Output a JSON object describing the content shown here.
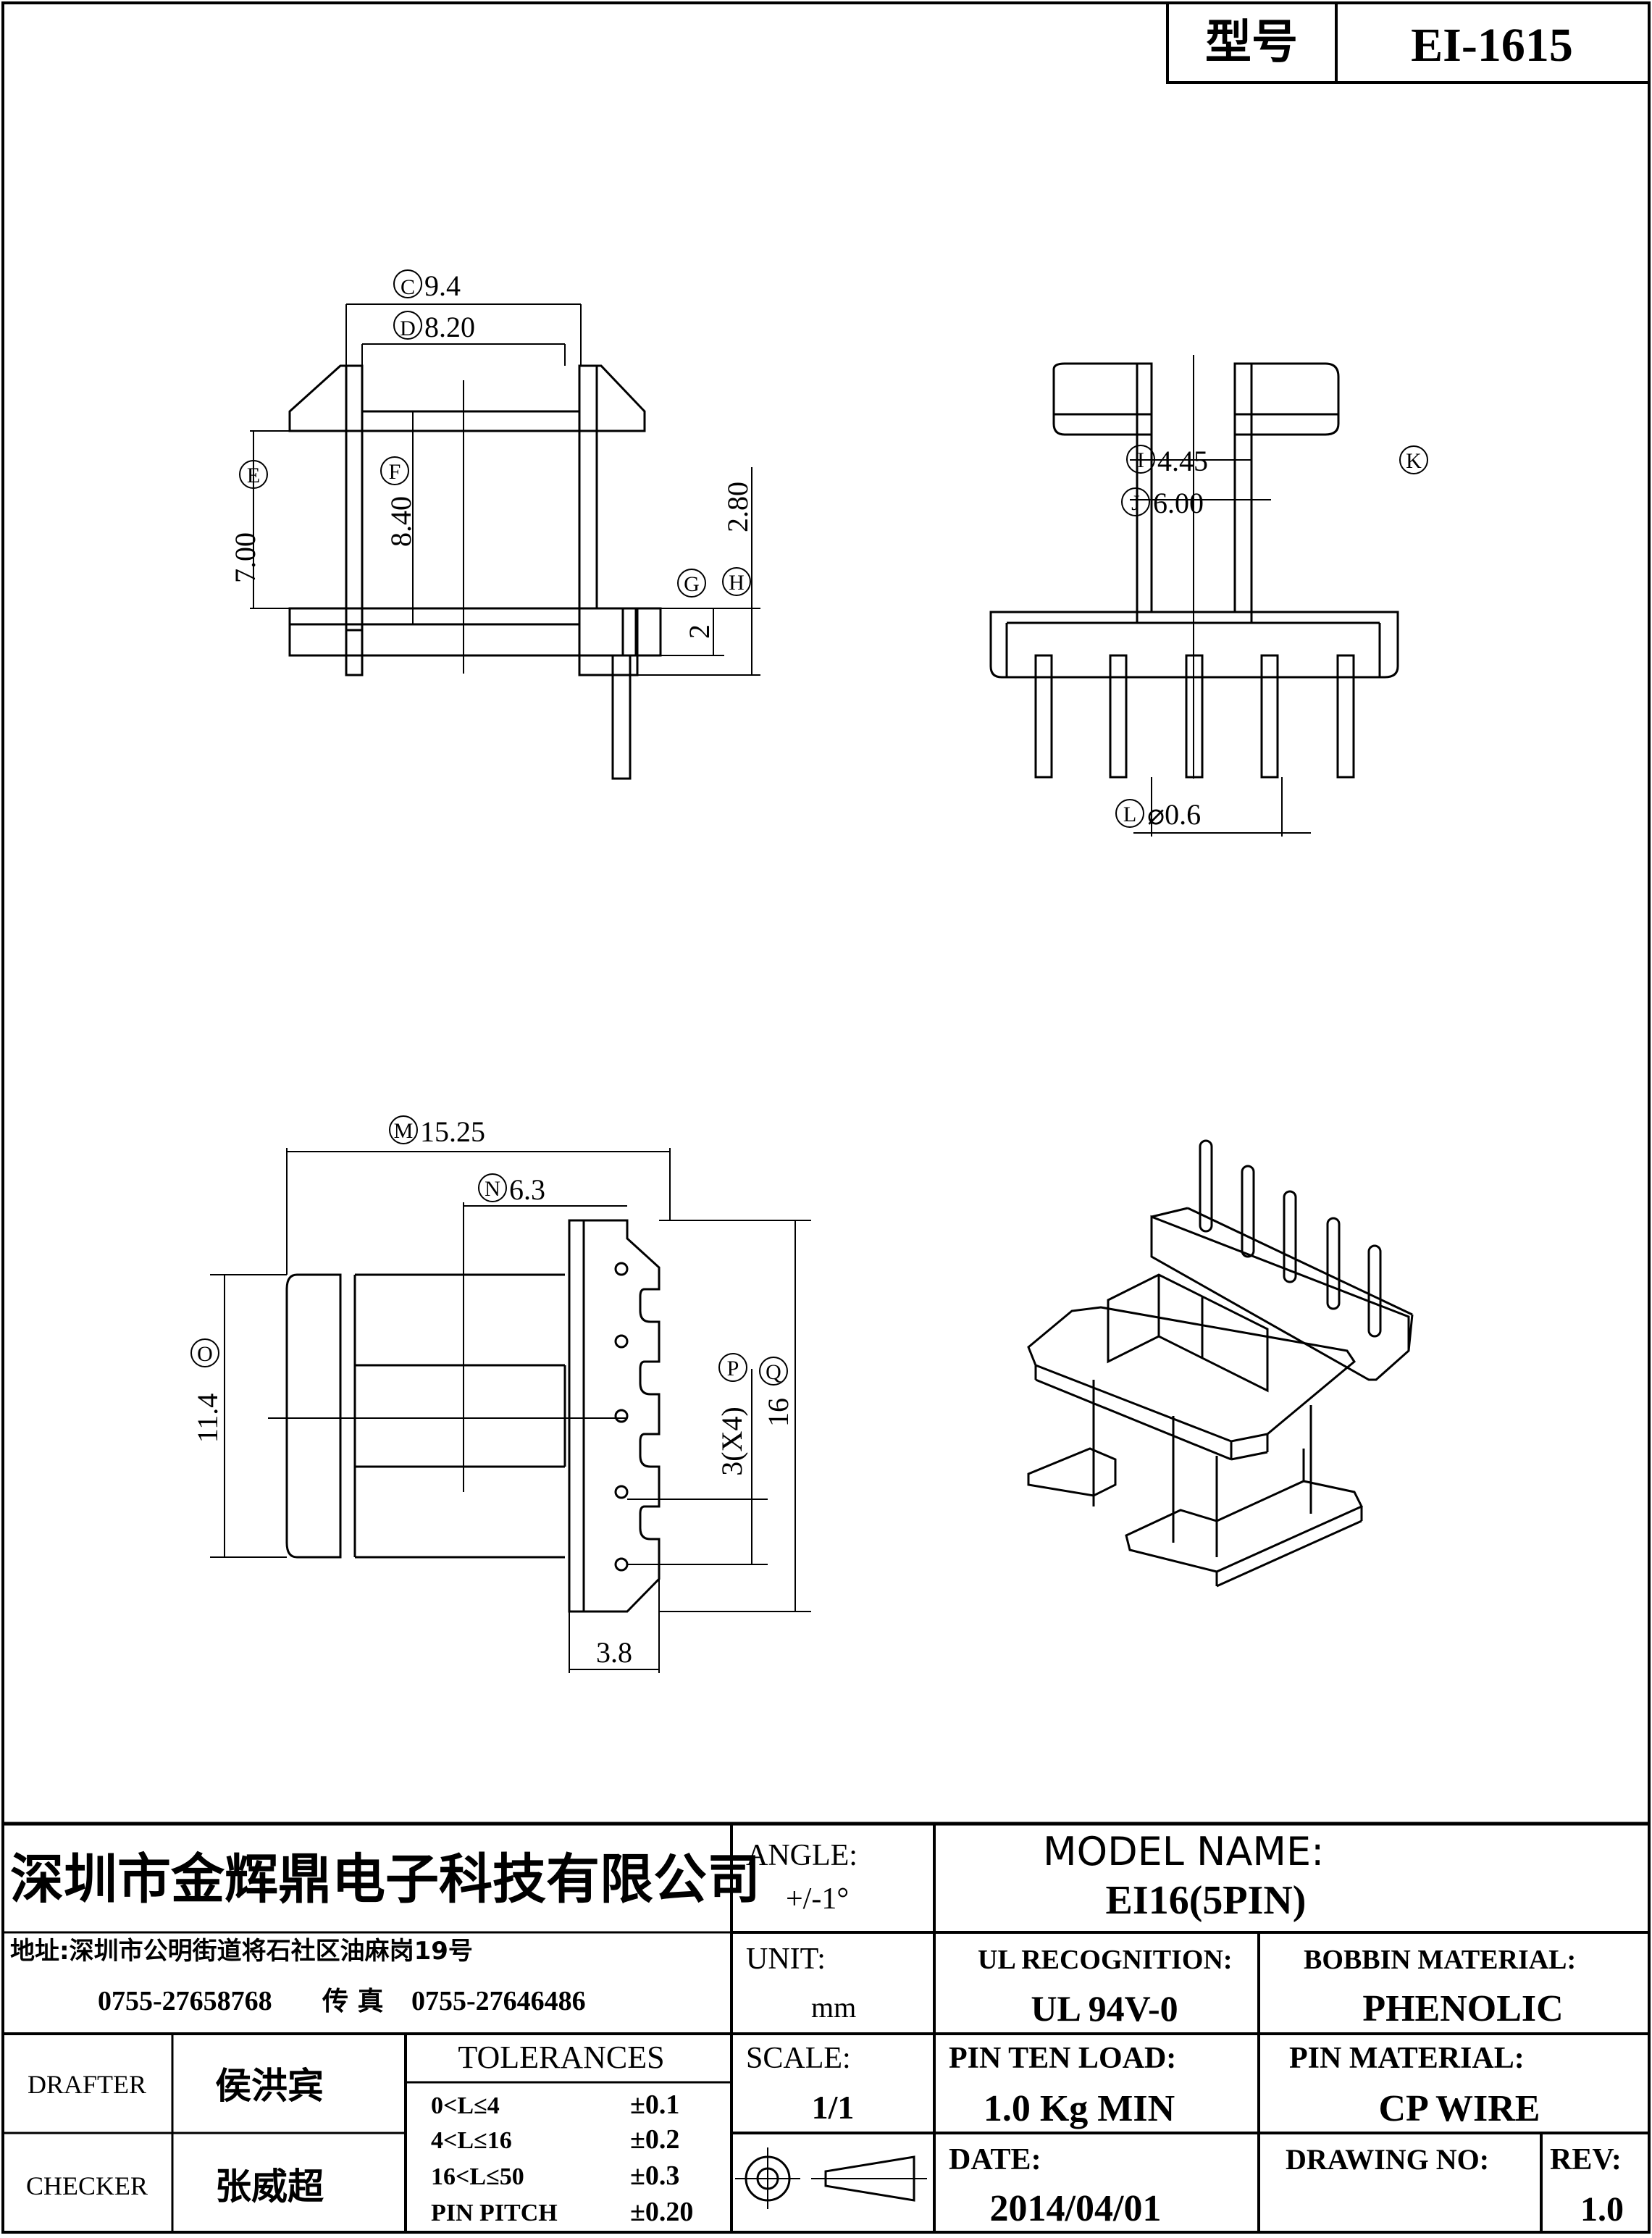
{
  "header": {
    "model_label": "型号",
    "model_value": "EI-1615"
  },
  "views": {
    "side": {
      "dim_c": "C",
      "dim_c_value": "9.4",
      "dim_d": "D",
      "dim_d_value": "8.20",
      "dim_e": "E",
      "dim_e_value": "7.00",
      "dim_f": "F",
      "dim_f_value": "8.40",
      "dim_g": "G",
      "dim_h": "H",
      "dim_h_value": "2.80",
      "dim_g_value": "2"
    },
    "front": {
      "dim_i": "I",
      "dim_i_value": "4.45",
      "dim_j": "J",
      "dim_j_value": "6.00",
      "dim_k": "K",
      "dim_l": "L",
      "dim_l_value": "⌀0.6"
    },
    "bottom": {
      "dim_m": "M",
      "dim_m_value": "15.25",
      "dim_n": "N",
      "dim_n_value": "6.3",
      "dim_o": "O",
      "dim_o_value": "11.4",
      "dim_p": "P",
      "dim_p_value": "3(X4)",
      "dim_q": "Q",
      "dim_q_value": "16",
      "dim_base_value": "3.8"
    }
  },
  "title_block": {
    "company": "深圳市金辉鼎电子科技有限公司",
    "address": "地址:深圳市公明街道将石社区油麻岗19号",
    "phone": "0755-27658768",
    "fax_label": "传 真",
    "fax": "0755-27646486",
    "angle_label": "ANGLE:",
    "angle_value": "+/-1°",
    "model_name_label": "MODEL NAME:",
    "model_name_value": "EI16(5PIN)",
    "unit_label": "UNIT:",
    "unit_value": "mm",
    "ul_label": "UL RECOGNITION:",
    "ul_value": "UL 94V-0",
    "bobbin_label": "BOBBIN MATERIAL:",
    "bobbin_value": "PHENOLIC",
    "drafter_label": "DRAFTER",
    "drafter_value": "侯洪宾",
    "checker_label": "CHECKER",
    "checker_value": "张威超",
    "tolerances_label": "TOLERANCES",
    "tolerances": [
      {
        "range": "0<L≤4",
        "value": "±0.1"
      },
      {
        "range": "4<L≤16",
        "value": "±0.2"
      },
      {
        "range": "16<L≤50",
        "value": "±0.3"
      },
      {
        "range": "PIN PITCH",
        "value": "±0.20"
      }
    ],
    "scale_label": "SCALE:",
    "scale_value": "1/1",
    "pin_load_label": "PIN TEN LOAD:",
    "pin_load_value": "1.0 Kg MIN",
    "pin_material_label": "PIN MATERIAL:",
    "pin_material_value": "CP WIRE",
    "date_label": "DATE:",
    "date_value": "2014/04/01",
    "drawing_no_label": "DRAWING NO:",
    "drawing_no_value": "",
    "rev_label": "REV:",
    "rev_value": "1.0"
  }
}
